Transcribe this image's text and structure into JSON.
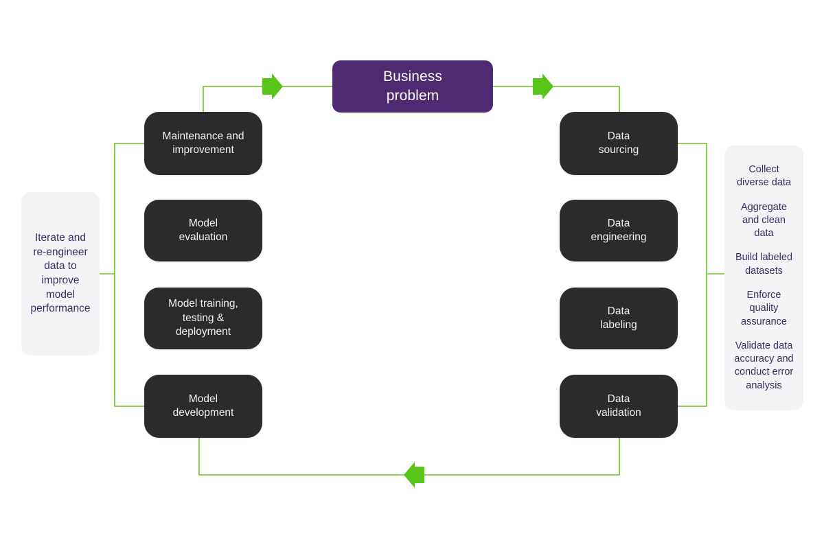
{
  "colors": {
    "accent_purple": "#4d2a72",
    "node_dark": "#2b2b2b",
    "connector_green": "#6cc024",
    "arrow_green": "#57c517",
    "panel_bg": "#f4f4f7",
    "panel_text": "#3c2b63",
    "page_bg": "#ffffff"
  },
  "hub": {
    "label": "Business\nproblem"
  },
  "left_column": {
    "nodes": [
      {
        "label": "Maintenance and\nimprovement"
      },
      {
        "label": "Model\nevaluation"
      },
      {
        "label": "Model training,\ntesting & deployment"
      },
      {
        "label": "Model\ndevelopment"
      }
    ]
  },
  "right_column": {
    "nodes": [
      {
        "label": "Data\nsourcing"
      },
      {
        "label": "Data\nengineering"
      },
      {
        "label": "Data\nlabeling"
      },
      {
        "label": "Data\nvalidation"
      }
    ]
  },
  "left_panel": {
    "label": "Iterate and\nre-engineer\ndata to\nimprove\nmodel\nperformance"
  },
  "right_panel": {
    "bullets": [
      "Collect\ndiverse data",
      "Aggregate\nand clean data",
      "Build labeled\ndatasets",
      "Enforce quality\nassurance",
      "Validate data\naccuracy and\nconduct error\nanalysis"
    ]
  },
  "arrows": [
    {
      "name": "arrow-to-business-problem",
      "direction": "right"
    },
    {
      "name": "arrow-from-business-problem",
      "direction": "right"
    },
    {
      "name": "arrow-bottom-return",
      "direction": "left"
    }
  ]
}
